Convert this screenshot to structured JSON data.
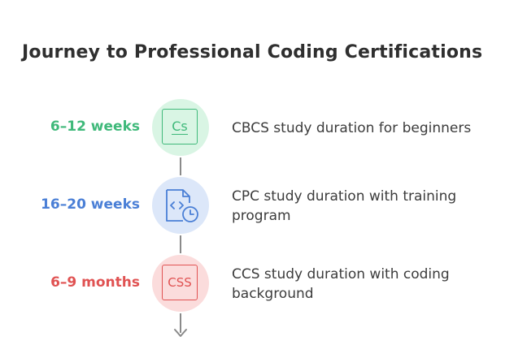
{
  "title": "Journey to Professional Coding Certifications",
  "steps": [
    {
      "duration": "6–12 weeks",
      "description": "CBCS study duration for beginners",
      "icon_label": "Cs",
      "icon": "cs-code-icon",
      "color": "#3fb97a",
      "bg": "#d9f5e4"
    },
    {
      "duration": "16–20 weeks",
      "description": "CPC study duration with training program",
      "icon": "code-file-clock-icon",
      "color": "#4a7fd6",
      "bg": "#dce7f9"
    },
    {
      "duration": "6–9 months",
      "description": "CCS study duration with coding background",
      "icon_label": "CSS",
      "icon": "css-code-icon",
      "color": "#e05252",
      "bg": "#fbdcdc"
    }
  ]
}
